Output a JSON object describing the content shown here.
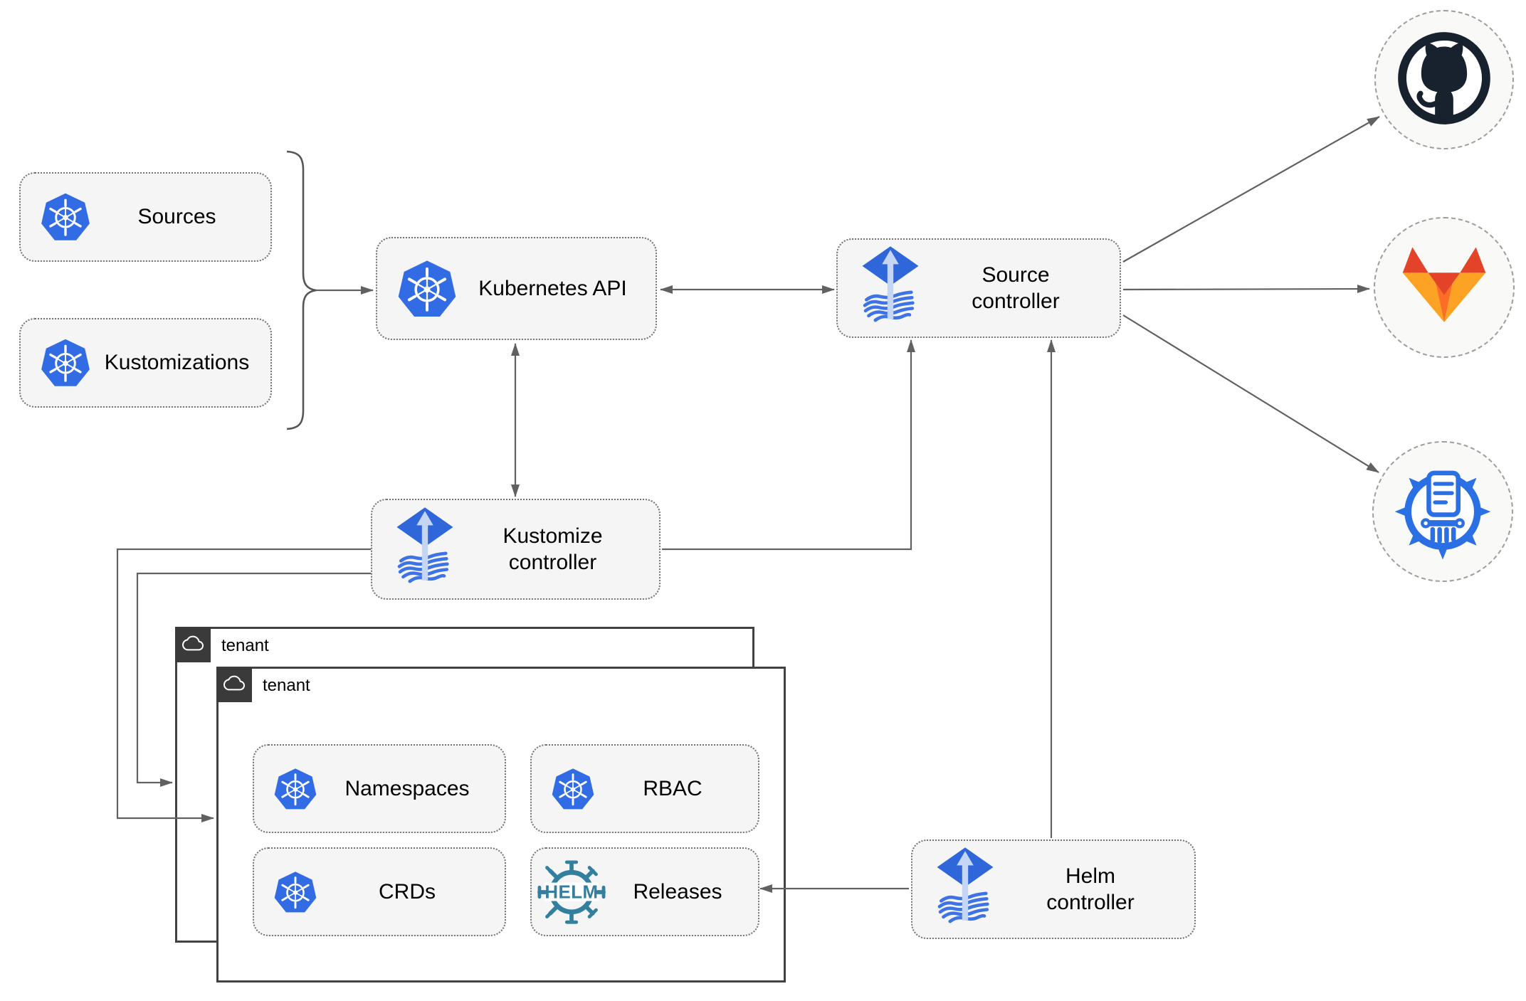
{
  "nodes": {
    "sources": {
      "label": "Sources"
    },
    "kustomizations": {
      "label": "Kustomizations"
    },
    "kubernetes_api": {
      "label": "Kubernetes API"
    },
    "source_controller": {
      "label": "Source\ncontroller"
    },
    "kustomize_controller": {
      "label": "Kustomize\ncontroller"
    },
    "helm_controller": {
      "label": "Helm\ncontroller"
    },
    "namespaces": {
      "label": "Namespaces"
    },
    "rbac": {
      "label": "RBAC"
    },
    "crds": {
      "label": "CRDs"
    },
    "releases": {
      "label": "Releases"
    }
  },
  "groups": {
    "tenant_outer": {
      "label": "tenant"
    },
    "tenant_inner": {
      "label": "tenant"
    }
  },
  "endpoints": {
    "github": {
      "icon": "github-icon"
    },
    "gitlab": {
      "icon": "gitlab-icon"
    },
    "harbor": {
      "icon": "harbor-registry-icon"
    }
  },
  "helm_logo": {
    "text": "HELM"
  },
  "colors": {
    "kubernetes_blue": "#326ce5",
    "flux_diamond_blue": "#2f66d9",
    "flux_wave_blue": "#3e73e5",
    "flux_arrow_light": "#c5d6f4",
    "helm_teal": "#337f9e",
    "github_dark": "#17222e",
    "gitlab_red": "#e24329",
    "gitlab_orange": "#fc6d26",
    "gitlab_yellow": "#fca326",
    "harbor_blue": "#2b6fe4",
    "line_gray": "#616161",
    "node_fill": "#f5f5f5",
    "node_border": "#737373",
    "tenant_border": "#424242",
    "tab_bg": "#3a3a3a",
    "circle_fill": "#f9f9f7",
    "circle_border": "#9e9e9e",
    "text_color": "#000000"
  }
}
